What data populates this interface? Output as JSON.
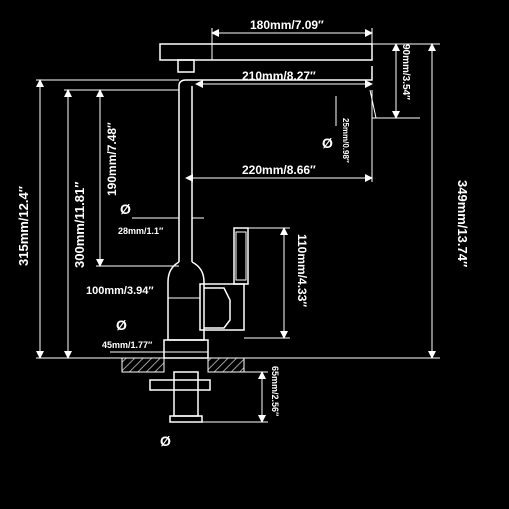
{
  "dimensions": {
    "spout_top_width": "180mm/7.09″",
    "spout_mid_width": "210mm/8.27″",
    "spout_reach": "220mm/8.66″",
    "spout_height": "90mm/3.54″",
    "spout_diameter": "25mm/0.98″",
    "body_height_to_spout": "190mm/7.48″",
    "body_height_upper": "300mm/11.81″",
    "total_height_left": "315mm/12.4″",
    "total_height_right": "349mm/13.74″",
    "pipe_diameter": "28mm/1.1″",
    "handle_height": "110mm/4.33″",
    "handle_offset": "100mm/3.94″",
    "base_diameter": "45mm/1.77″",
    "shank_length": "65mm/2.56″"
  },
  "symbols": {
    "diameter": "Ø"
  },
  "colors": {
    "background": "#000000",
    "line": "#ffffff",
    "hatch": "#9a9a9a"
  }
}
